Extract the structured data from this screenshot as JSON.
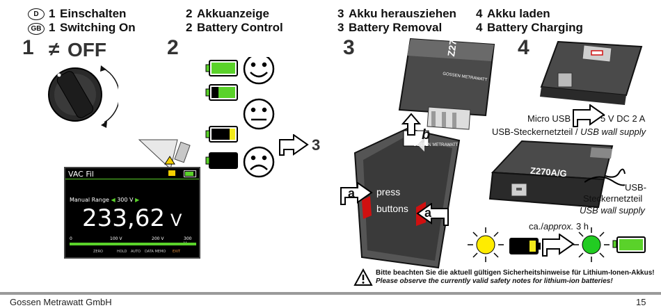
{
  "headers": {
    "s1_de": "Einschalten",
    "s1_en": "Switching On",
    "s2_de": "Akkuanzeige",
    "s2_en": "Battery Control",
    "s3_de": "Akku herausziehen",
    "s3_en": "Battery Removal",
    "s4_de": "Akku laden",
    "s4_en": "Battery Charging"
  },
  "numbers": [
    "1",
    "2",
    "3",
    "4"
  ],
  "lang": {
    "de": "D",
    "gb": "GB"
  },
  "step1": {
    "off_label": "OFF"
  },
  "screen": {
    "mode": "VAC Fil",
    "range_label": "Manual Range",
    "range_value": "300 V",
    "value": "233,62",
    "unit": "V",
    "scale": [
      "0",
      "100 V",
      "200 V",
      "300 V"
    ],
    "softkeys": [
      "ZERO",
      "HOLD",
      "AUTO",
      "DATA MEMO",
      "EXIT"
    ]
  },
  "step2": {
    "goto": "3"
  },
  "step3": {
    "product": "Z270A/G",
    "brand": "GOSSEN METRAWATT",
    "b": "b",
    "a": "a",
    "press": "press",
    "buttons": "buttons"
  },
  "step4": {
    "micro_usb": "Micro USB",
    "supply": "5 V DC 2 A",
    "adapter_de": "USB-Steckernetzteil /",
    "adapter_en": "USB wall supply",
    "product": "Z270A/G",
    "usb": "USB-",
    "netzteil": "Steckernetzteil",
    "wall": "USB wall supply",
    "time_de": "ca./",
    "time_en": "approx.",
    "time_val": "3 h"
  },
  "warning": {
    "de": "Bitte beachten Sie die aktuell gültigen Sicherheitshinweise für Lithium-Ionen-Akkus!",
    "en": "Please observe the currently valid safety notes for lithium-ion batteries!"
  },
  "footer": {
    "company": "Gossen Metrawatt GmbH",
    "page": "15"
  },
  "colors": {
    "battery_green": "#5ad22a",
    "battery_yellow": "#f2ea1c",
    "led_yellow": "#ffec00",
    "led_green": "#22cc22",
    "case_dark": "#3c3c3c"
  }
}
